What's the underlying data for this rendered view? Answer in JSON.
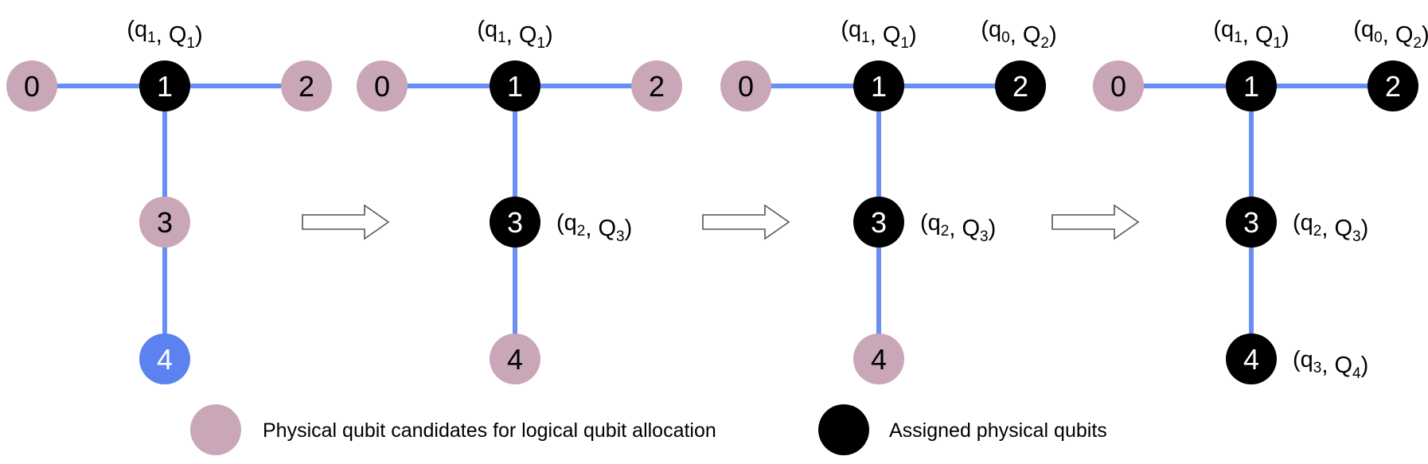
{
  "colors": {
    "edge": "#6b8ef5",
    "candidate": "#c9a6b8",
    "assigned": "#000000",
    "highlight": "#5b82ee",
    "arrow_stroke": "#555555"
  },
  "panels": [
    {
      "nodes": [
        {
          "id": "0",
          "state": "candidate"
        },
        {
          "id": "1",
          "state": "assigned"
        },
        {
          "id": "2",
          "state": "candidate"
        },
        {
          "id": "3",
          "state": "candidate"
        },
        {
          "id": "4",
          "state": "highlight"
        }
      ],
      "annotations": [
        {
          "node": "1",
          "logical": "q",
          "logical_sub": "1",
          "physical": "Q",
          "physical_sub": "1"
        }
      ]
    },
    {
      "nodes": [
        {
          "id": "0",
          "state": "candidate"
        },
        {
          "id": "1",
          "state": "assigned"
        },
        {
          "id": "2",
          "state": "candidate"
        },
        {
          "id": "3",
          "state": "assigned"
        },
        {
          "id": "4",
          "state": "candidate"
        }
      ],
      "annotations": [
        {
          "node": "1",
          "logical": "q",
          "logical_sub": "1",
          "physical": "Q",
          "physical_sub": "1"
        },
        {
          "node": "3",
          "logical": "q",
          "logical_sub": "2",
          "physical": "Q",
          "physical_sub": "3"
        }
      ]
    },
    {
      "nodes": [
        {
          "id": "0",
          "state": "candidate"
        },
        {
          "id": "1",
          "state": "assigned"
        },
        {
          "id": "2",
          "state": "assigned"
        },
        {
          "id": "3",
          "state": "assigned"
        },
        {
          "id": "4",
          "state": "candidate"
        }
      ],
      "annotations": [
        {
          "node": "1",
          "logical": "q",
          "logical_sub": "1",
          "physical": "Q",
          "physical_sub": "1"
        },
        {
          "node": "2",
          "logical": "q",
          "logical_sub": "0",
          "physical": "Q",
          "physical_sub": "2"
        },
        {
          "node": "3",
          "logical": "q",
          "logical_sub": "2",
          "physical": "Q",
          "physical_sub": "3"
        }
      ]
    },
    {
      "nodes": [
        {
          "id": "0",
          "state": "candidate"
        },
        {
          "id": "1",
          "state": "assigned"
        },
        {
          "id": "2",
          "state": "assigned"
        },
        {
          "id": "3",
          "state": "assigned"
        },
        {
          "id": "4",
          "state": "assigned"
        }
      ],
      "annotations": [
        {
          "node": "1",
          "logical": "q",
          "logical_sub": "1",
          "physical": "Q",
          "physical_sub": "1"
        },
        {
          "node": "2",
          "logical": "q",
          "logical_sub": "0",
          "physical": "Q",
          "physical_sub": "2"
        },
        {
          "node": "3",
          "logical": "q",
          "logical_sub": "2",
          "physical": "Q",
          "physical_sub": "3"
        },
        {
          "node": "4",
          "logical": "q",
          "logical_sub": "3",
          "physical": "Q",
          "physical_sub": "4"
        }
      ]
    }
  ],
  "edges": [
    [
      "0",
      "1"
    ],
    [
      "1",
      "2"
    ],
    [
      "1",
      "3"
    ],
    [
      "3",
      "4"
    ]
  ],
  "arrows": 3,
  "legend": {
    "candidate_label": "Physical qubit candidates for logical qubit allocation",
    "assigned_label": "Assigned physical qubits"
  }
}
